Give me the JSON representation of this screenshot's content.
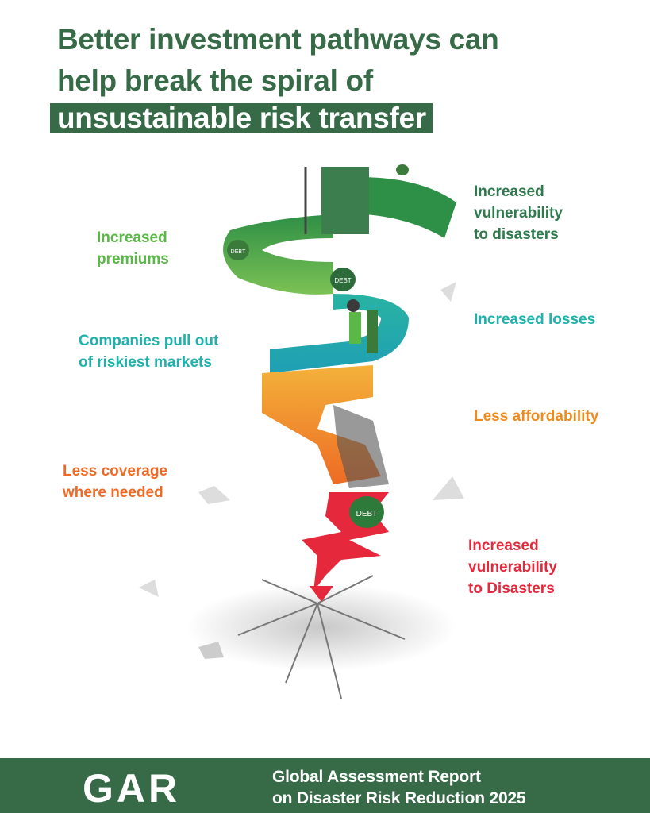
{
  "header": {
    "title_line1": "Better investment pathways can",
    "title_line2": "help break the spiral of",
    "title_highlight": "unsustainable risk transfer"
  },
  "labels": [
    {
      "text": [
        "Increased",
        "premiums"
      ],
      "color": "#5ab946"
    },
    {
      "text": [
        "Increased",
        "vulnerability",
        "to disasters"
      ],
      "color": "#2e7a4c"
    },
    {
      "text": [
        "Increased losses"
      ],
      "color": "#1fb1ab"
    },
    {
      "text": [
        "Companies pull out",
        "of riskiest markets"
      ],
      "color": "#1fb1ab"
    },
    {
      "text": [
        "Less affordability"
      ],
      "color": "#ef8a1f"
    },
    {
      "text": [
        "Less coverage",
        "where needed"
      ],
      "color": "#f06a25"
    },
    {
      "text": [
        "Increased",
        "vulnerability",
        "to Disasters"
      ],
      "color": "#e5283b"
    }
  ],
  "bags": {
    "label": "DEBT"
  },
  "footer": {
    "logo": "GAR",
    "line1": "Global Assessment Report",
    "line2": "on Disaster Risk Reduction 2025"
  },
  "colors": {
    "brand": "#376b48"
  }
}
